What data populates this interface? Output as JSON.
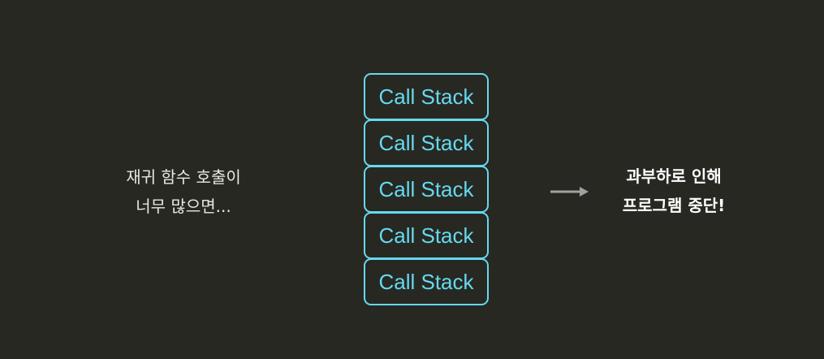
{
  "left_caption": {
    "line1": "재귀 함수 호출이",
    "line2": "너무 많으면..."
  },
  "stack": {
    "frames": [
      "Call Stack",
      "Call Stack",
      "Call Stack",
      "Call Stack",
      "Call Stack"
    ]
  },
  "right_caption": {
    "line1": "과부하로 인해",
    "line2": "프로그램 중단!"
  },
  "colors": {
    "background": "#272822",
    "stack_accent": "#66d9ef",
    "arrow": "#a0a0a0",
    "text_light": "#e8e8e2",
    "text_emphasis": "#ffffff"
  },
  "icons": {
    "arrow": "arrow-right-icon"
  }
}
